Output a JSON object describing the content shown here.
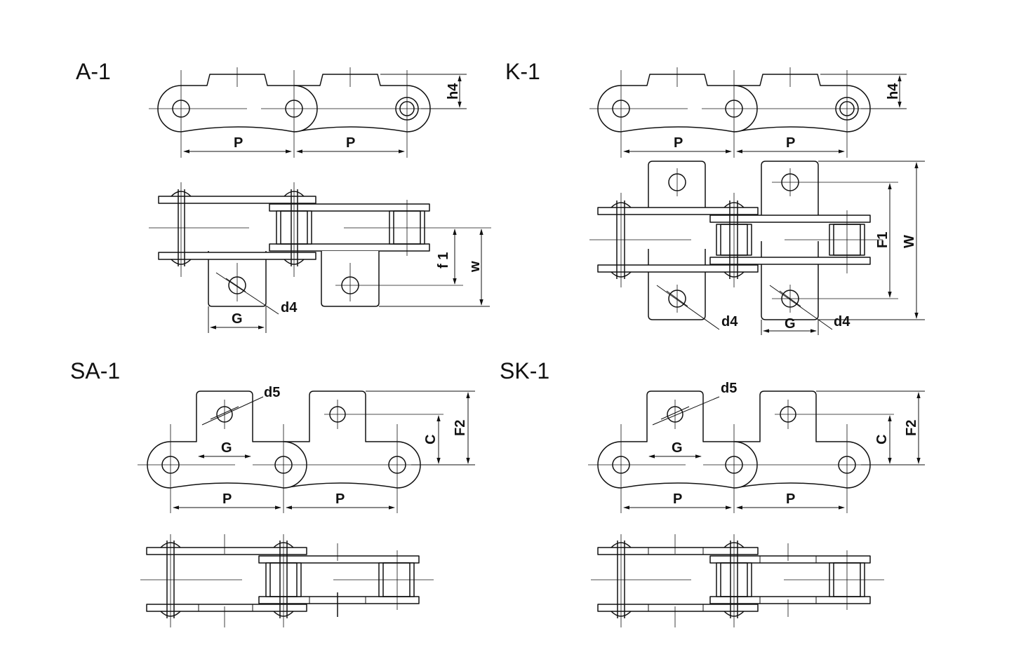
{
  "labels": {
    "a1": "A-1",
    "k1": "K-1",
    "sa1": "SA-1",
    "sk1": "SK-1",
    "p": "P",
    "h4": "h4",
    "g": "G",
    "d4": "d4",
    "d5": "d5",
    "f1": "f 1",
    "w_lower": "w",
    "f1_upper": "F1",
    "w_upper": "W",
    "c": "C",
    "f2": "F2"
  },
  "colors": {
    "line": "#111111",
    "background": "#ffffff"
  }
}
